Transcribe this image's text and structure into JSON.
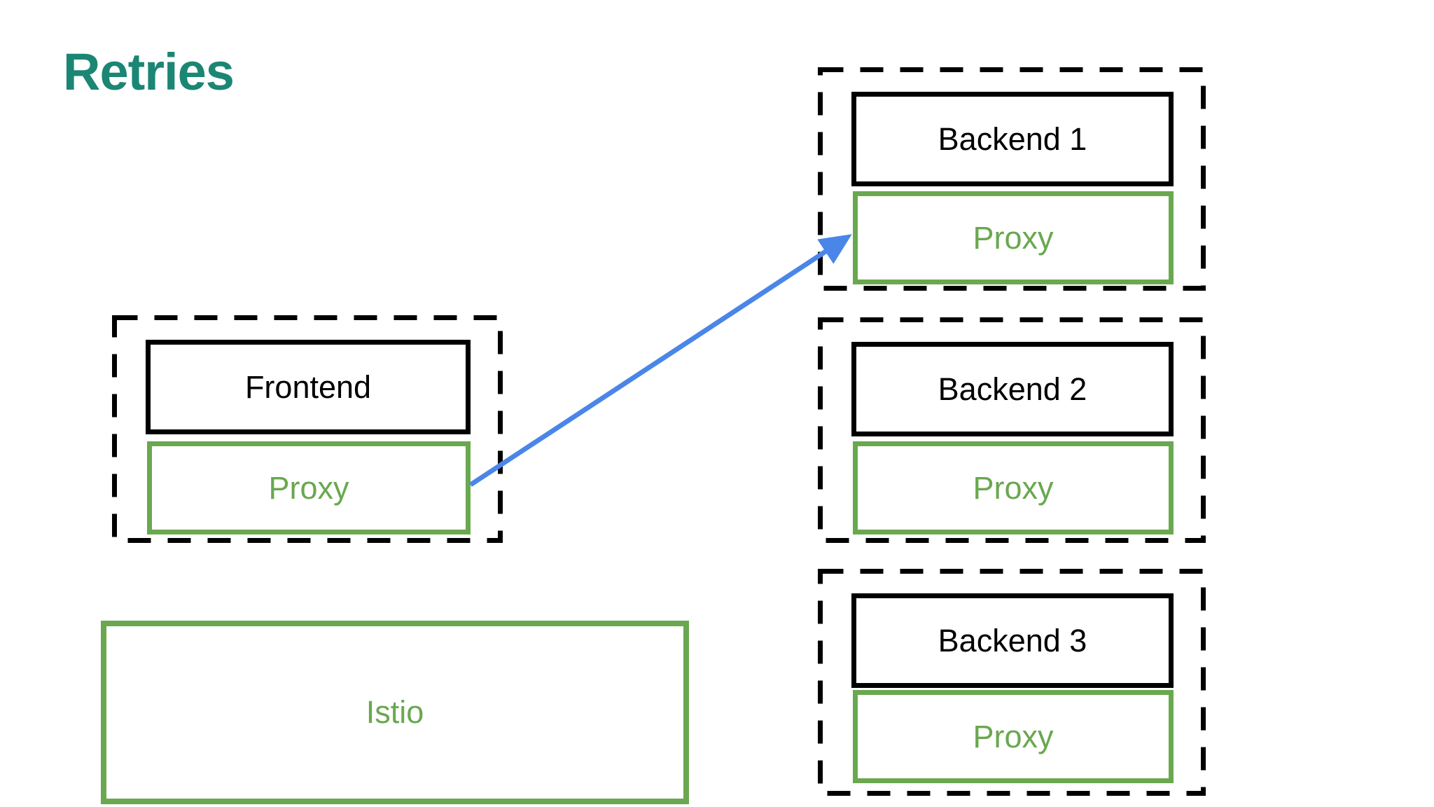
{
  "title": "Retries",
  "colors": {
    "title_teal": "#1b8673",
    "box_green": "#6aa84f",
    "arrow_blue": "#4a86e8",
    "box_black": "#000000",
    "background": "#ffffff"
  },
  "diagram": {
    "frontend": {
      "label": "Frontend",
      "proxy_label": "Proxy"
    },
    "backends": [
      {
        "label": "Backend 1",
        "proxy_label": "Proxy"
      },
      {
        "label": "Backend 2",
        "proxy_label": "Proxy"
      },
      {
        "label": "Backend 3",
        "proxy_label": "Proxy"
      }
    ],
    "istio_label": "Istio",
    "arrow": {
      "from": "frontend-proxy",
      "to": "backend1-proxy"
    }
  }
}
